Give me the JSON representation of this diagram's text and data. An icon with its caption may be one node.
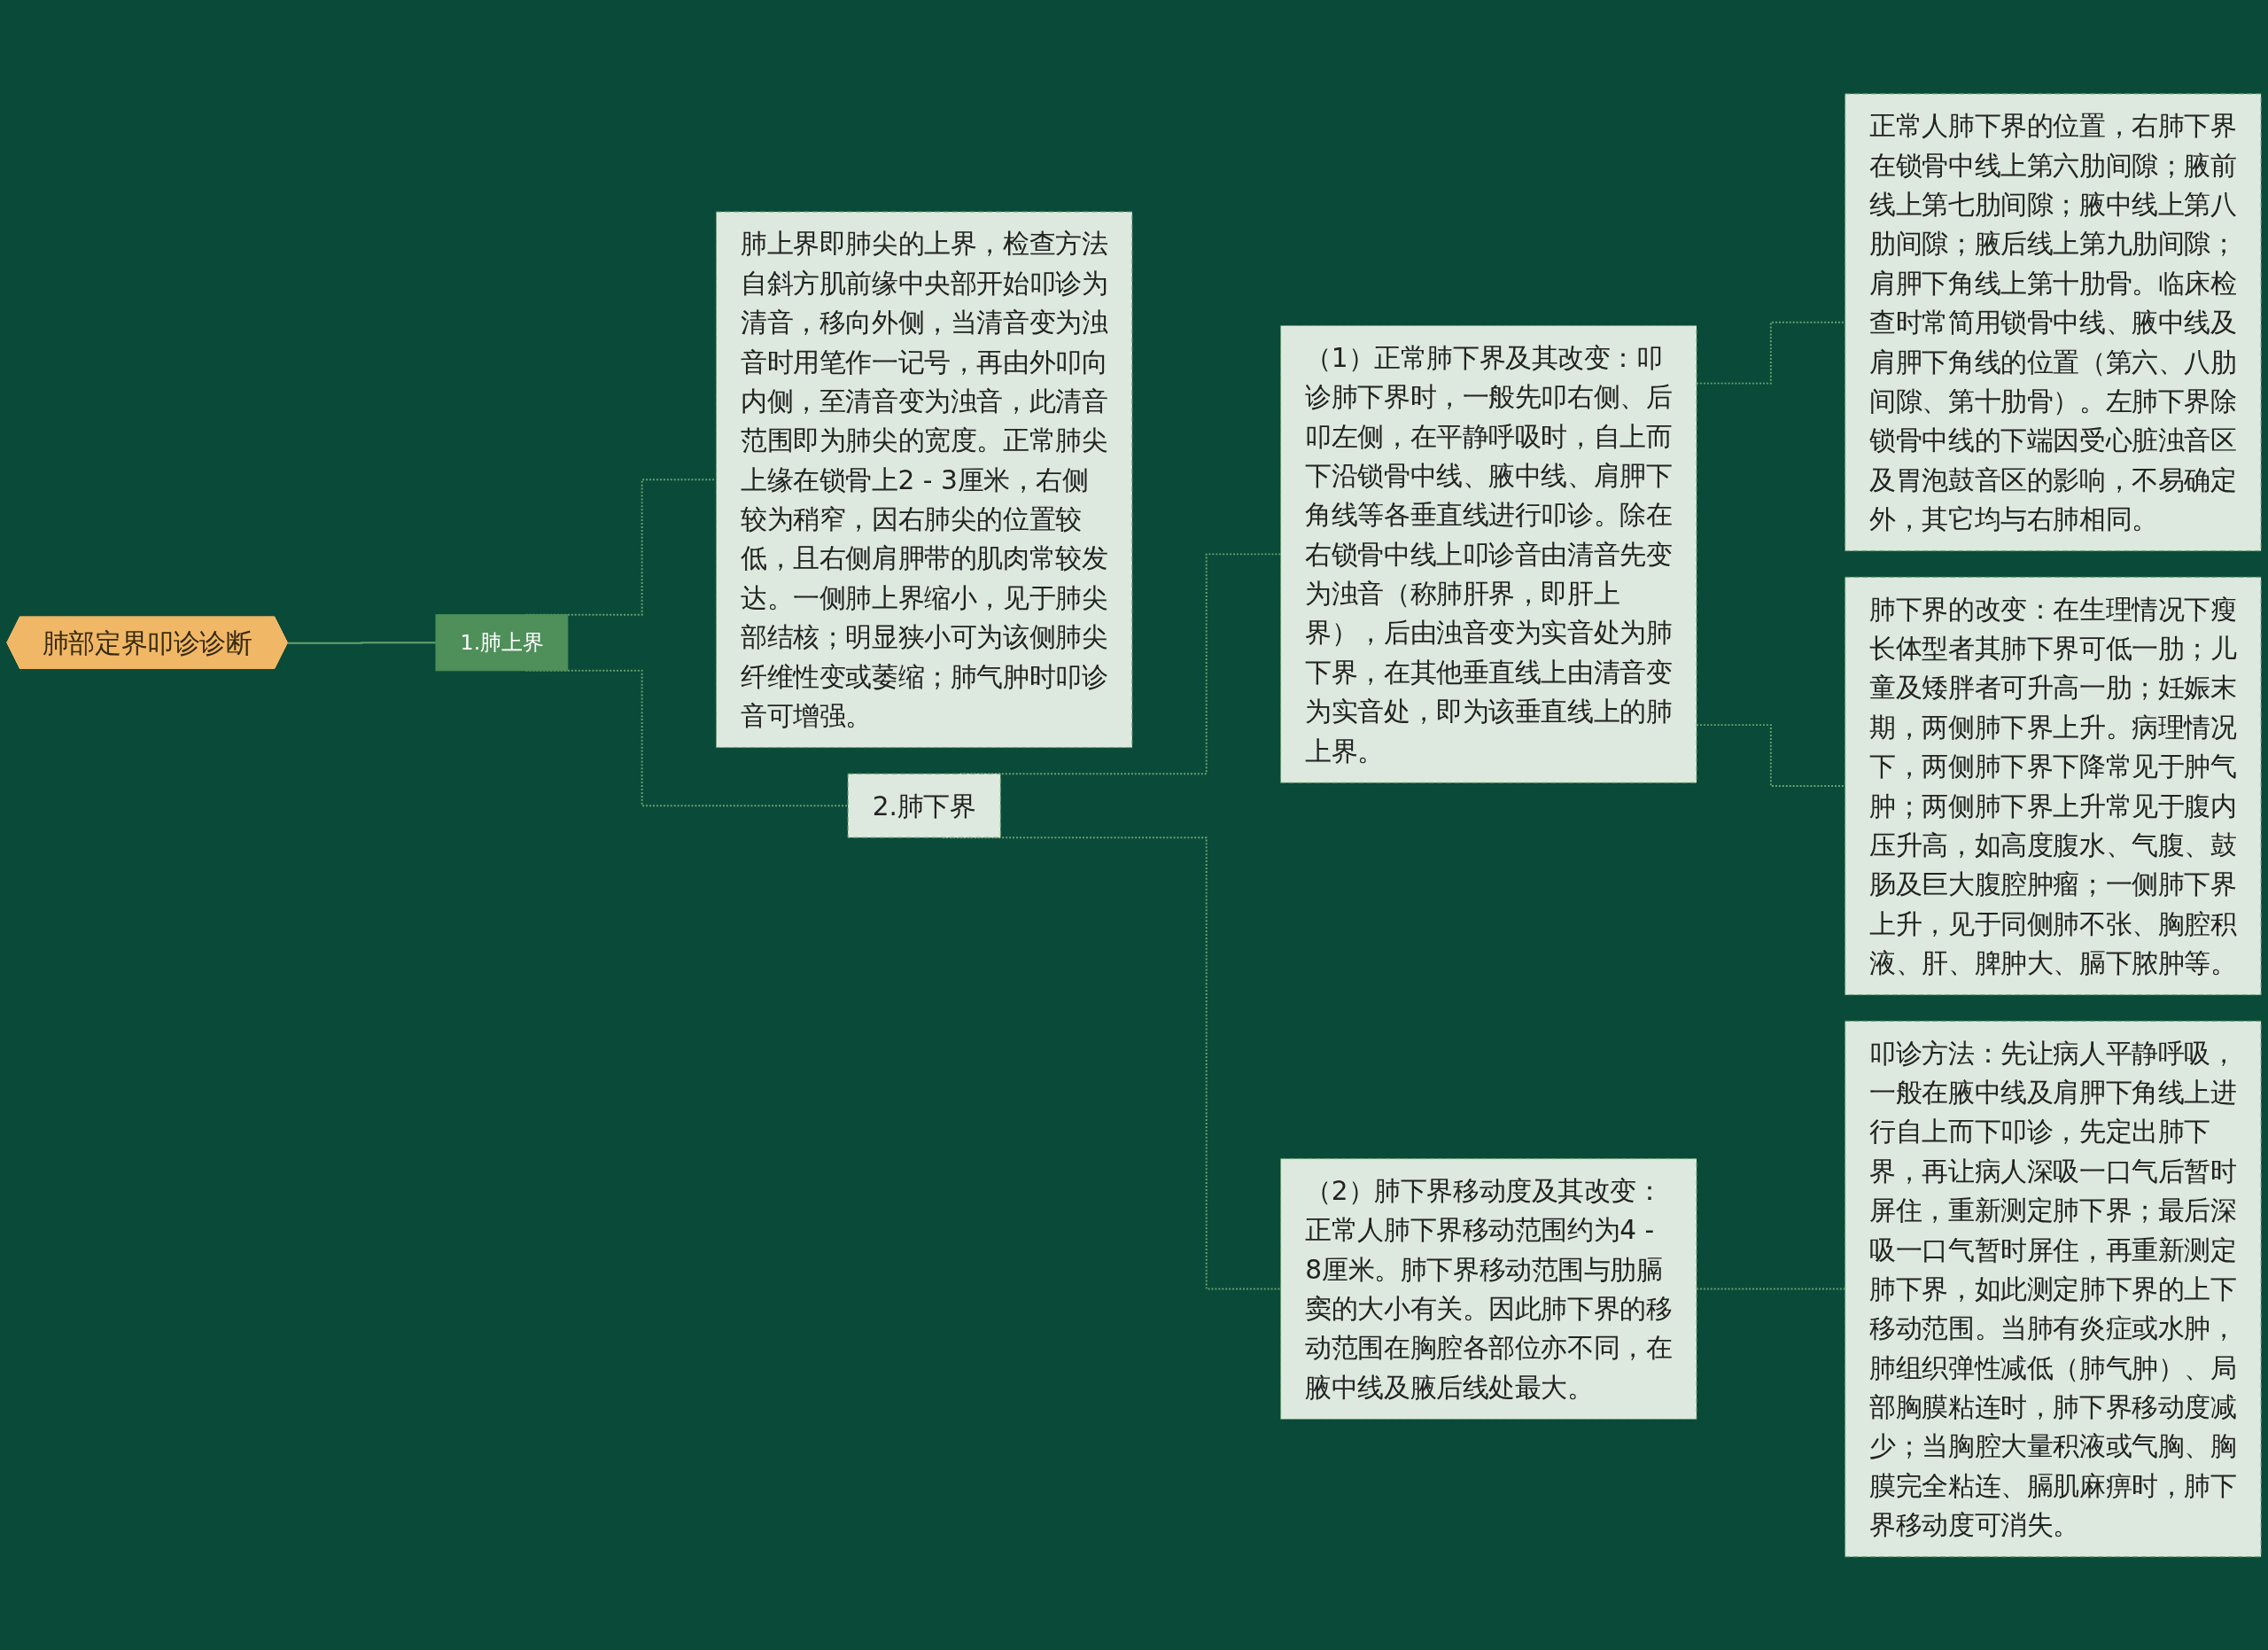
{
  "diagram": {
    "nodes": [
      {
        "text": [
          "肺部定界叩诊诊断"
        ]
      },
      {
        "text": [
          "1.肺上界"
        ]
      },
      {
        "text": [
          "肺上界即肺尖的上界，检查方法自斜方肌前缘中央部开始叩诊为清音，移向外侧，当清音变为浊音时用笔作一记号，再由外叩向内侧，至清音变为浊音，此清音范围即为肺尖的宽度。正常肺尖上缘在锁骨上2 - 3厘米，右侧较为稍窄，因右肺尖的位置较低，且右侧肩胛带的肌肉常较发达。一侧肺上界缩小，见于肺尖部结核；明显狭小可为该侧肺尖纤维性变或萎缩；肺气肿时叩诊音可增强。"
        ]
      },
      {
        "text": [
          "2.肺下界"
        ]
      },
      {
        "text": [
          "（1）正常肺下界及其改变：叩诊肺下界时，一般先叩右侧、后叩左侧，在平静呼吸时，自上而下沿锁骨中线、腋中线、肩胛下角线等各垂直线进行叩诊。除在右锁骨中线上叩诊音由清音先变为浊音（称肺肝界，即肝上界），后由浊音变为实音处为肺下界，在其他垂直线上由清音变为实音处，即为该垂直线上的肺上界。"
        ]
      },
      {
        "text": [
          "正常人肺下界的位置，右肺下界在锁骨中线上第六肋间隙；腋前线上第七肋间隙；腋中线上第八肋间隙；腋后线上第九肋间隙；肩胛下角线上第十肋骨。临床检查时常简用锁骨中线、腋中线及肩胛下角线的位置（第六、八肋间隙、第十肋骨）。左肺下界除锁骨中线的下端因受心脏浊音区及胃泡鼓音区的影响，不易确定外，其它均与右肺相同。"
        ]
      },
      {
        "text": [
          "肺下界的改变：在生理情况下瘦长体型者其肺下界可低一肋；儿童及矮胖者可升高一肋；妊娠末期，两侧肺下界上升。病理情况下，两侧肺下界下降常见于肿气肿；两侧肺下界上升常见于腹内压升高，如高度腹水、气腹、鼓肠及巨大腹腔肿瘤；一侧肺下界上升，见于同侧肺不张、胸腔积液、肝、脾肿大、膈下脓肿等。"
        ]
      },
      {
        "text": [
          "（2）肺下界移动度及其改变：正常人肺下界移动范围约为4 - 8厘米。肺下界移动范围与肋膈窦的大小有关。因此肺下界的移动范围在胸腔各部位亦不同，在腋中线及腋后线处最大。"
        ]
      },
      {
        "text": [
          "叩诊方法：先让病人平静呼吸，一般在腋中线及肩胛下角线上进行自上而下叩诊，先定出肺下界，再让病人深吸一口气后暂时屏住，重新测定肺下界；最后深吸一口气暂时屏住，再重新测定肺下界，如此测定肺下界的上下移动范围。当肺有炎症或水肿，肺组织弹性减低（肺气肿）、局部胸膜粘连时，肺下界移动度减少；当胸腔大量积液或气胸、胸膜完全粘连、膈肌麻痹时，肺下界移动度可消失。"
        ]
      }
    ],
    "edges": [
      {
        "from": 0,
        "to": 1,
        "arrow": "none"
      },
      {
        "from": 1,
        "to": 2,
        "arrow": "none",
        "style": "dashed"
      },
      {
        "from": 1,
        "to": 3,
        "arrow": "none",
        "style": "dashed"
      },
      {
        "from": 3,
        "to": 4,
        "arrow": "none",
        "style": "dashed"
      },
      {
        "from": 4,
        "to": 5,
        "arrow": "none",
        "style": "dashed"
      },
      {
        "from": 4,
        "to": 6,
        "arrow": "none",
        "style": "dashed"
      },
      {
        "from": 3,
        "to": 7,
        "arrow": "none",
        "style": "dashed"
      },
      {
        "from": 7,
        "to": 8,
        "arrow": "none",
        "style": "dashed"
      }
    ]
  }
}
